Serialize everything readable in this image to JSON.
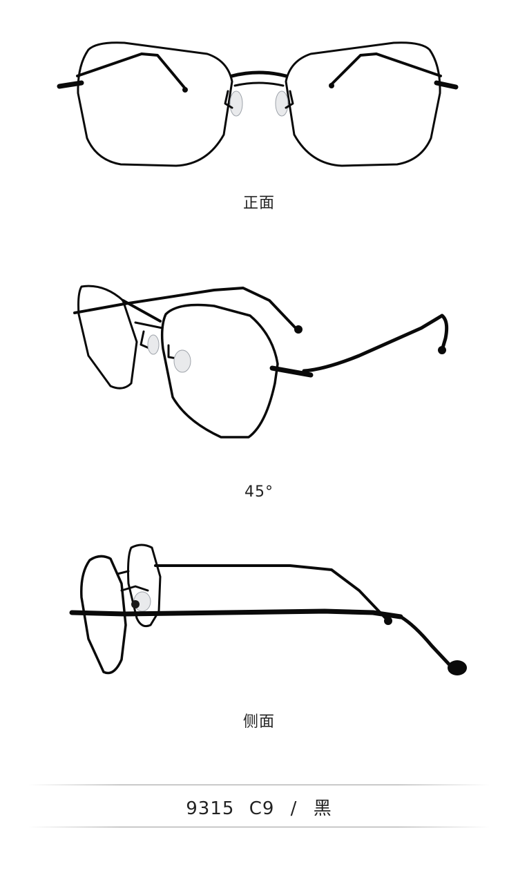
{
  "views": [
    {
      "id": "front",
      "label": "正面"
    },
    {
      "id": "angle",
      "label": "45°"
    },
    {
      "id": "side",
      "label": "侧面"
    }
  ],
  "product": {
    "model": "9315",
    "color_code": "C9",
    "separator": "/",
    "color_name": "黑"
  },
  "colors": {
    "frame": "#0a0a0a",
    "background": "#ffffff",
    "text": "#222222",
    "divider": "#9a9a9a"
  }
}
